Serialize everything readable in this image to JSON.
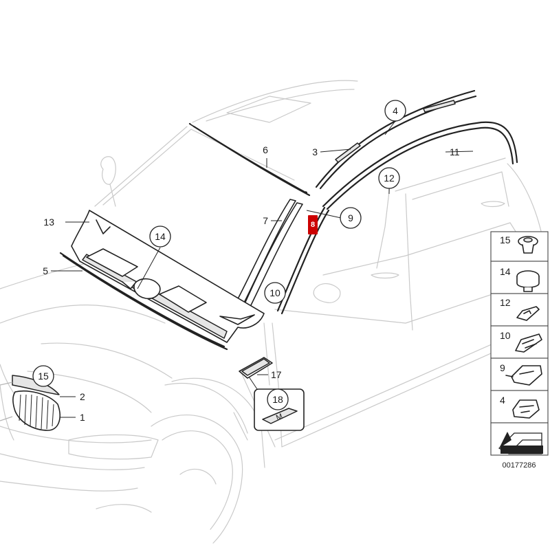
{
  "diagram": {
    "callouts": {
      "c1": "1",
      "c2": "2",
      "c3": "3",
      "c4": "4",
      "c5": "5",
      "c6": "6",
      "c7": "7",
      "c8": "8",
      "c9": "9",
      "c10": "10",
      "c11": "11",
      "c12": "12",
      "c13": "13",
      "c14": "14",
      "c15": "15",
      "c17": "17",
      "c18": "18"
    },
    "highlighted_callout": "8",
    "highlight_color": "#cc0000",
    "side_panel": [
      {
        "label": "15",
        "icon": "grommet-clip-icon"
      },
      {
        "label": "14",
        "icon": "round-cap-clip-icon"
      },
      {
        "label": "12",
        "icon": "trim-clip-icon"
      },
      {
        "label": "10",
        "icon": "trim-clip-icon"
      },
      {
        "label": "9",
        "icon": "trim-clip-icon"
      },
      {
        "label": "4",
        "icon": "block-clip-icon"
      }
    ],
    "reference_number": "00177286"
  }
}
